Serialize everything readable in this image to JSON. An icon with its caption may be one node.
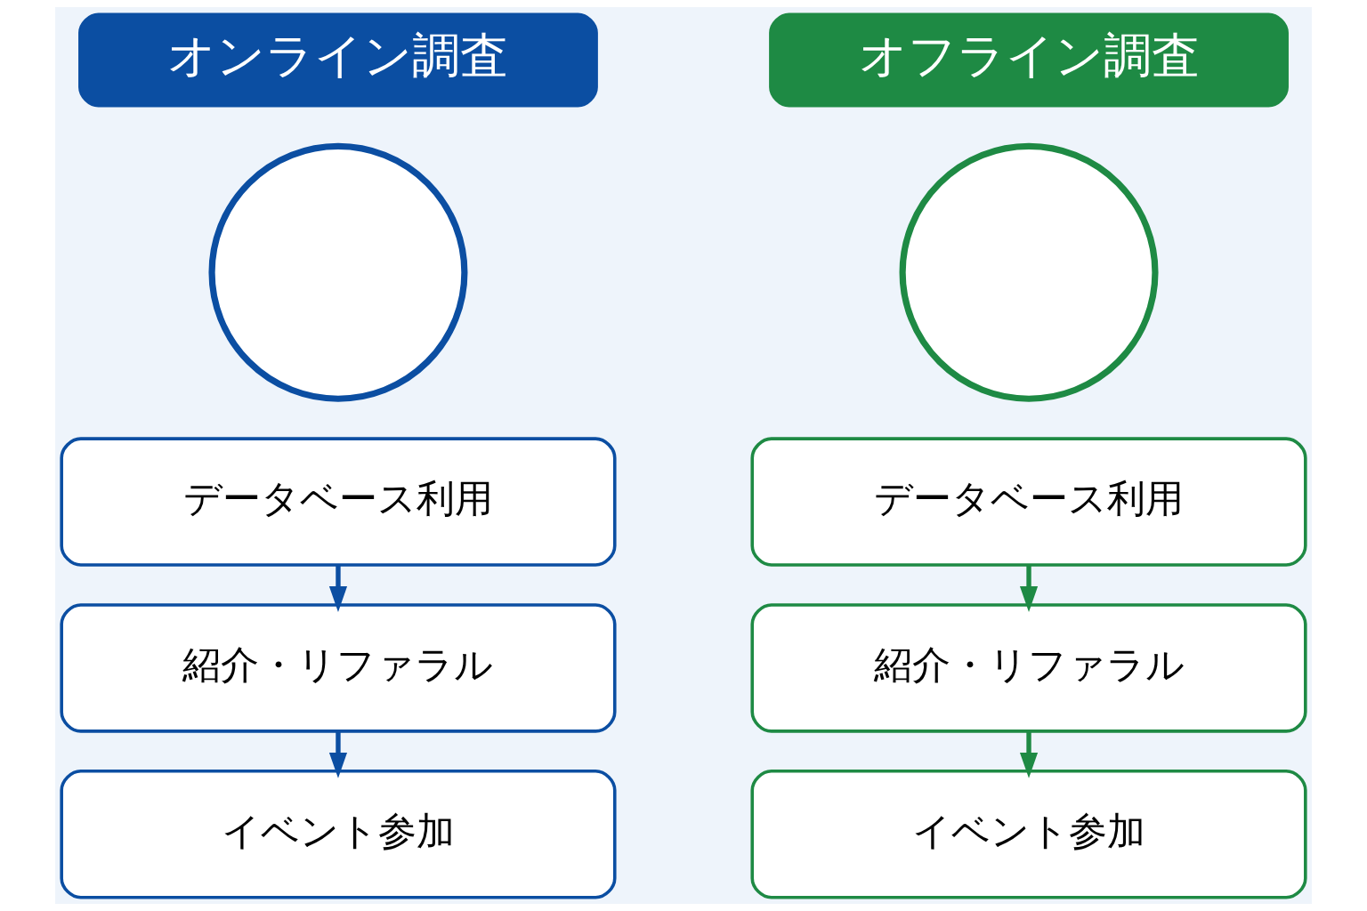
{
  "diagram": {
    "nodes": [
      {
        "text": [
          "オンライン調査"
        ]
      },
      {
        "text": [],
        "shape": "circle"
      },
      {
        "text": [
          "データベース利用"
        ]
      },
      {
        "text": [
          "紹介・リファラル"
        ]
      },
      {
        "text": [
          "イベント参加"
        ]
      },
      {
        "text": [
          "オフライン調査"
        ]
      },
      {
        "text": [],
        "shape": "circle"
      },
      {
        "text": [
          "データベース利用"
        ]
      },
      {
        "text": [
          "紹介・リファラル"
        ]
      },
      {
        "text": [
          "イベント参加"
        ]
      }
    ],
    "edges": [
      {
        "from": 2,
        "to": 3,
        "arrow": "to",
        "color": "#0b4ea2"
      },
      {
        "from": 3,
        "to": 4,
        "arrow": "to",
        "color": "#0b4ea2"
      },
      {
        "from": 7,
        "to": 8,
        "arrow": "to",
        "color": "#1e8a44"
      },
      {
        "from": 8,
        "to": 9,
        "arrow": "to",
        "color": "#1e8a44"
      }
    ]
  }
}
